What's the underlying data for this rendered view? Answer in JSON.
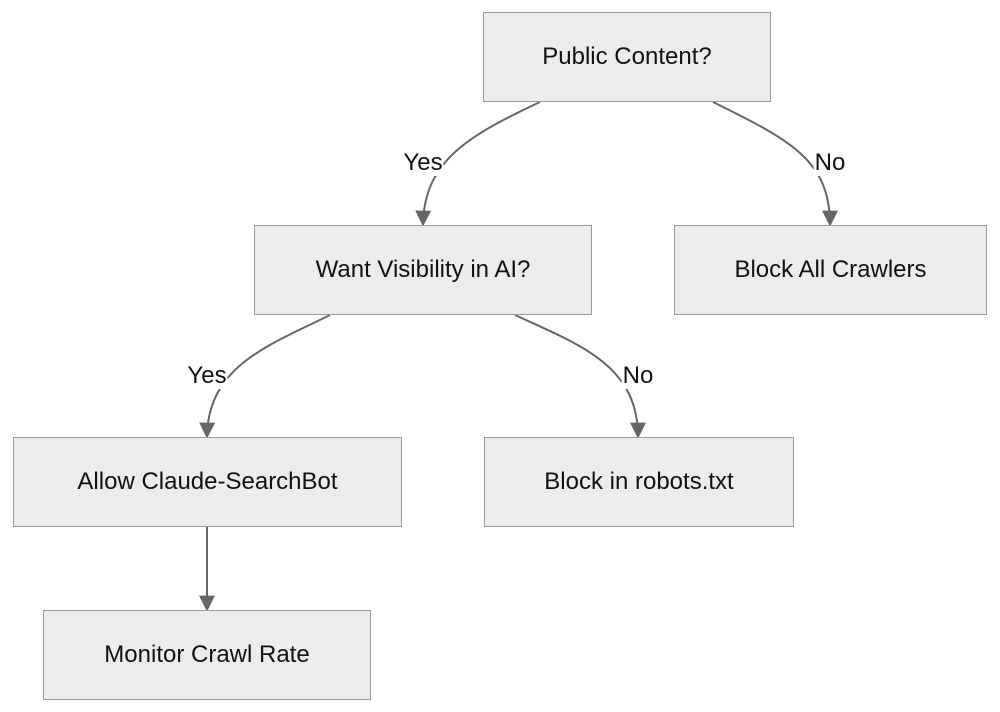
{
  "colors": {
    "node_fill": "#ececec",
    "node_border": "#9a9a9a",
    "edge": "#666666",
    "text": "#111111"
  },
  "nodes": {
    "public_content": "Public Content?",
    "want_visibility": "Want Visibility in AI?",
    "block_all": "Block All Crawlers",
    "allow_searchbot": "Allow Claude-SearchBot",
    "block_robots": "Block in robots.txt",
    "monitor_crawl": "Monitor Crawl Rate"
  },
  "edges": {
    "public_yes": "Yes",
    "public_no": "No",
    "visibility_yes": "Yes",
    "visibility_no": "No"
  }
}
